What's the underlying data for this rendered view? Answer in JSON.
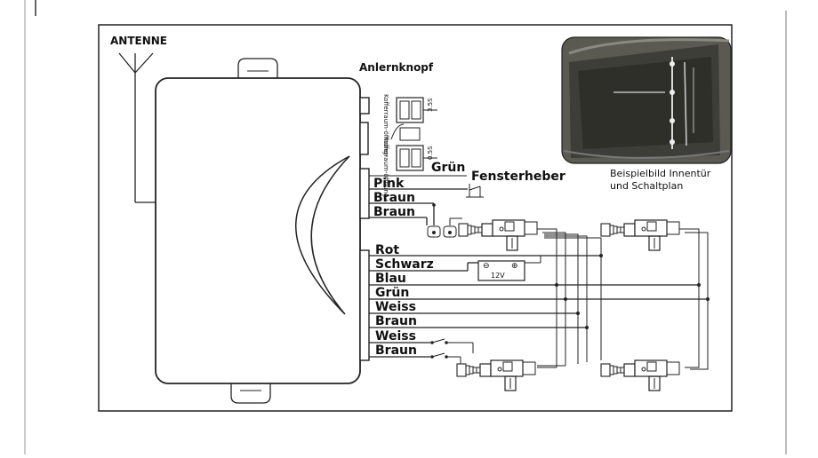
{
  "labels": {
    "antenna": "ANTENNE",
    "button": "Anlernknopf",
    "trunk_minus": "Kofferraum-öffnung-",
    "trunk_plus": "Kofferraum-öffnung+",
    "fuse_top": "3.5S",
    "fuse_bottom": "0.5S",
    "window_green": "Grün",
    "window_label": "Fensterheber",
    "photo_caption_1": "Beispielbild Innentür",
    "photo_caption_2": "und Schaltplan",
    "battery": "12V"
  },
  "wires_upper": [
    "Pink",
    "Braun",
    "Braun"
  ],
  "wires_lower": [
    "Rot",
    "Schwarz",
    "Blau",
    "Grün",
    "Weiss",
    "Braun",
    "Weiss",
    "Braun"
  ],
  "colors": {
    "ink": "#1a1a1a",
    "paper": "#ffffff",
    "photo": "#4a4a44"
  },
  "icons": [
    "antenna-icon",
    "remote-module",
    "door-lock-actuator",
    "battery-icon",
    "photo-thumbnail"
  ]
}
